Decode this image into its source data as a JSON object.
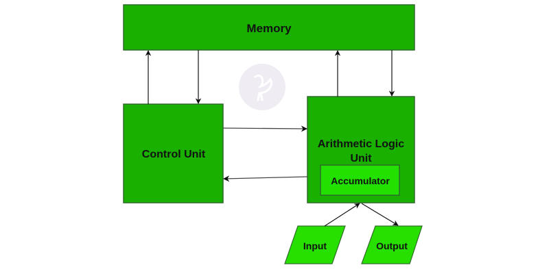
{
  "diagram": {
    "title": "CPU Block Diagram",
    "colors": {
      "box_fill": "#19b000",
      "accumulator_fill": "#22e000",
      "io_fill": "#28e000",
      "border": "#2e6b2a",
      "arrow": "#111111",
      "watermark": "#efedf3"
    },
    "nodes": {
      "memory": {
        "label": "Memory"
      },
      "control_unit": {
        "label": "Control Unit"
      },
      "alu": {
        "label_line1": "Arithmetic Logic",
        "label_line2": "Unit"
      },
      "accumulator": {
        "label": "Accumulator"
      },
      "input": {
        "label": "Input"
      },
      "output": {
        "label": "Output"
      }
    },
    "edges": [
      {
        "from": "control_unit",
        "to": "memory"
      },
      {
        "from": "memory",
        "to": "control_unit"
      },
      {
        "from": "alu",
        "to": "memory"
      },
      {
        "from": "memory",
        "to": "alu"
      },
      {
        "from": "control_unit",
        "to": "alu"
      },
      {
        "from": "alu",
        "to": "control_unit"
      },
      {
        "from": "input",
        "to": "alu"
      },
      {
        "from": "alu",
        "to": "output"
      }
    ],
    "watermark": {
      "icon": "rooster-logo-icon"
    }
  }
}
